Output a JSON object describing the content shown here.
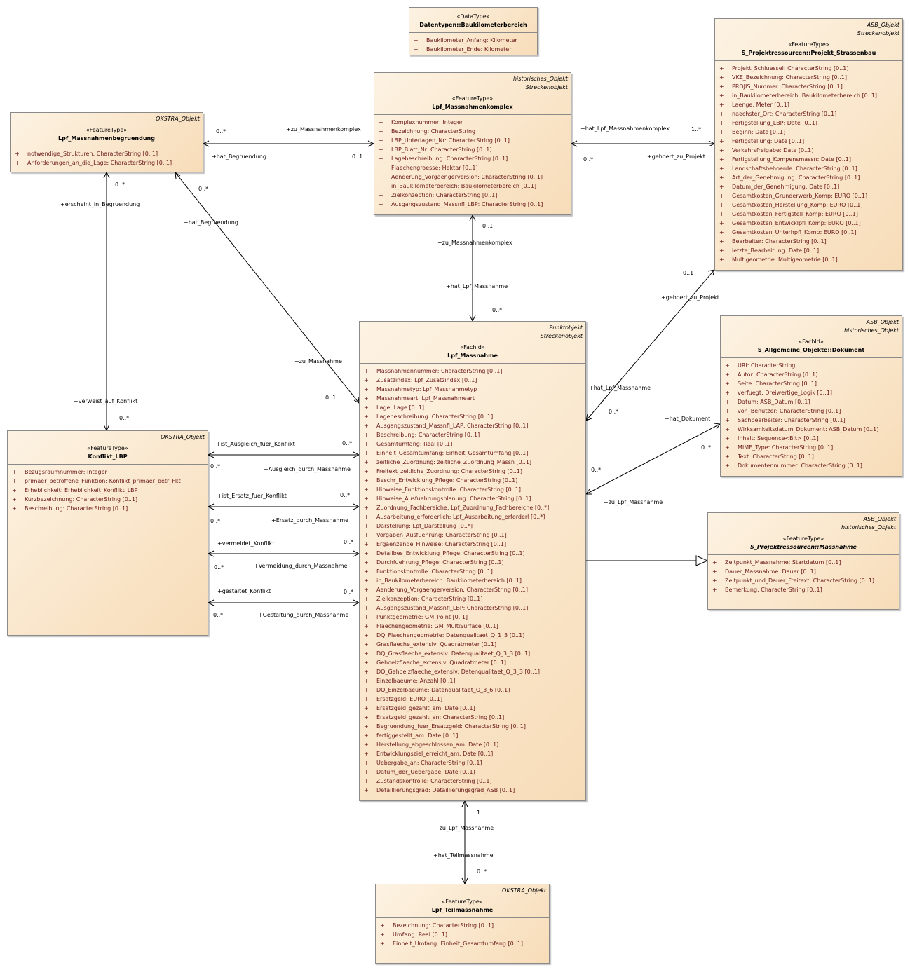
{
  "classes": {
    "baukm": {
      "tags": [],
      "stereotype": "«DataType»",
      "name": "Datentypen::Baukilometerbereich",
      "attrs": [
        "Baukilometer_Anfang: Kilometer",
        "Baukilometer_Ende: Kilometer"
      ]
    },
    "projekt": {
      "tags": [
        "ASB_Objekt",
        "Streckenobjekt"
      ],
      "stereotype": "«FeatureType»",
      "name": "S_Projektressourcen::Projekt_Strassenbau",
      "attrs": [
        "Projekt_Schluessel: CharacterString [0..1]",
        "VKE_Bezeichnung: CharacterString [0..1]",
        "PROJIS_Nummer: CharacterString [0..1]",
        "in_Baukilometerbereich: Baukilometerbereich [0..1]",
        "Laenge: Meter [0..1]",
        "naechster_Ort: CharacterString [0..1]",
        "Fertigstellung_LBP: Date [0..1]",
        "Beginn: Date [0..1]",
        "Fertigstellung: Date [0..1]",
        "Verkehrsfreigabe: Date [0..1]",
        "Fertigstellung_Kompensmassn: Date [0..1]",
        "Landschaftsbehoerde: CharacterString [0..1]",
        "Art_der_Genehmigung: CharacterString [0..1]",
        "Datum_der_Genehmigung: Date [0..1]",
        "Gesamtkosten_Grunderwerb_Komp: EURO [0..1]",
        "Gesamtkosten_Herstellung_Komp: EURO [0..1]",
        "Gesamtkosten_Fertigstell_Komp: EURO [0..1]",
        "Gesamtkosten_Entwicklpfl_Komp: EURO [0..1]",
        "Gesamtkosten_Unterhpfl_Komp: EURO [0..1]",
        "Bearbeiter: CharacterString [0..1]",
        "letzte_Bearbeitung: Date [0..1]",
        "Multigeometrie: Multigeometrie [0..1]"
      ]
    },
    "komplex": {
      "tags": [
        "historisches_Objekt",
        "Streckenobjekt"
      ],
      "stereotype": "«FeatureType»",
      "name": "Lpf_Massnahmenkomplex",
      "attrs": [
        "Komplexnummer: Integer",
        "Bezeichnung: CharacterString",
        "LBP_Unterlagen_Nr: CharacterString [0..1]",
        "LBP_Blatt_Nr: CharacterString [0..1]",
        "Lagebeschreibung: CharacterString [0..1]",
        "Flaechengroesse: Hektar [0..1]",
        "Aenderung_Vorgaengerversion: CharacterString [0..1]",
        "in_Baukilometerbereich: Baukilometerbereich [0..1]",
        "Zielkonzeption: CharacterString [0..1]",
        "Ausgangszustand_Massnfl_LBP: CharacterString [0..1]"
      ]
    },
    "begruendung": {
      "tags": [
        "OKSTRA_Objekt"
      ],
      "stereotype": "«FeatureType»",
      "name": "Lpf_Massnahmenbegruendung",
      "attrs": [
        "notwendige_Strukturen: CharacterString [0..1]",
        "Anforderungen_an_die_Lage: CharacterString [0..1]"
      ]
    },
    "dokument": {
      "tags": [
        "ASB_Objekt",
        "historisches_Objekt"
      ],
      "stereotype": "«FachId»",
      "name": "S_Allgemeine_Objekte::Dokument",
      "attrs": [
        "URI: CharacterString",
        "Autor: CharacterString [0..1]",
        "Seite: CharacterString [0..1]",
        "verfuegt: Dreiwertige_Logik [0..1]",
        "Datum: ASB_Datum [0..1]",
        "von_Benutzer: CharacterString [0..1]",
        "Sachbearbeiter: CharacterString [0..1]",
        "Wirksamkeitsdatum_Dokument: ASB_Datum [0..1]",
        "Inhalt: Sequence<Bit> [0..1]",
        "MIME_Type: CharacterString [0..1]",
        "Text: CharacterString [0..1]",
        "Dokumentennummer: CharacterString [0..1]"
      ]
    },
    "massnahme": {
      "tags": [
        "Punktobjekt",
        "Streckenobjekt"
      ],
      "stereotype": "«FachId»",
      "name": "Lpf_Massnahme",
      "attrs": [
        "Massnahmennummer: CharacterString [0..1]",
        "Zusatzindex: Lpf_Zusatzindex [0..1]",
        "Massnahmetyp: Lpf_Massnahmetyp",
        "Massnahmeart: Lpf_Massnahmeart",
        "Lage: Lage [0..1]",
        "Lagebeschreibung: CharacterString [0..1]",
        "Ausgangszustand_Massnfl_LAP: CharacterString [0..1]",
        "Beschreibung: CharacterString [0..1]",
        "Gesamtumfang: Real [0..1]",
        "Einheit_Gesamtumfang: Einheit_Gesamtumfang [0..1]",
        "zeitliche_Zuordnung: zeitliche_Zuordnung_Massn [0..1]",
        "Freitext_zeitliche_Zuordnung: CharacterString [0..1]",
        "Beschr_Entwicklung_Pflege: CharacterString [0..1]",
        "Hinweise_Funktionskontrolle: CharacterString [0..1]",
        "Hinweise_Ausfuehrungsplanung: CharacterString [0..1]",
        "Zuordnung_Fachbereiche: Lpf_Zuordnung_Fachbereiche [0..*]",
        "Ausarbeitung_erforderlich: Lpf_Ausarbeitung_erforderl [0..*]",
        "Darstellung: Lpf_Darstellung [0..*]",
        "Vorgaben_Ausfuehrung: CharacterString [0..1]",
        "Ergaenzende_Hinweise: CharacterString [0..1]",
        "Detailbes_Entwicklung_Pflege: CharacterString [0..1]",
        "Durchfuehrung_Pflege: CharacterString [0..1]",
        "Funktionskontrolle: CharacterString [0..1]",
        "in_Baukilometerbereich: Baukilometerbereich [0..1]",
        "Aenderung_Vorgaengerversion: CharacterString [0..1]",
        "Zielkonzeption: CharacterString [0..1]",
        "Ausgangszustand_Massnfl_LBP: CharacterString [0..1]",
        "Punktgeometrie: GM_Point [0..1]",
        "Flaechengeometrie: GM_MultiSurface [0..1]",
        "DQ_Flaechengeometrie: Datenqualitaet_Q_1_3 [0..1]",
        "Grasflaeche_extensiv: Quadratmeter [0..1]",
        "DQ_Grasflaeche_extensiv: Datenqualitaet_Q_3_3 [0..1]",
        "Gehoelzflaeche_extensiv: Quadratmeter [0..1]",
        "DQ_Gehoelzflaeche_extensiv: Datenqualitaet_Q_3_3 [0..1]",
        "Einzelbaeume: Anzahl [0..1]",
        "DQ_Einzelbaeume: Datenqualitaet_Q_3_6 [0..1]",
        "Ersatzgeld: EURO [0..1]",
        "Ersatzgeld_gezahlt_am: Date [0..1]",
        "Ersatzgeld_gezahlt_an: CharacterString [0..1]",
        "Begruendung_fuer_Ersatzgeld: CharacterString [0..1]",
        "fertiggestellt_am: Date [0..1]",
        "Herstellung_abgeschlossen_am: Date [0..1]",
        "Entwicklungsziel_erreicht_am: Date [0..1]",
        "Uebergabe_an: CharacterString [0..1]",
        "Datum_der_Uebergabe: Date [0..1]",
        "Zustandskontrolle: CharacterString [0..1]",
        "Detaillierungsgrad: Detaillierungsgrad_ASB [0..1]"
      ]
    },
    "konflikt": {
      "tags": [
        "OKSTRA_Objekt"
      ],
      "stereotype": "«FeatureType»",
      "name": "Konflikt_LBP",
      "attrs": [
        "Bezugsraumnummer: Integer",
        "primaer_betroffene_Funktion: Konflikt_primaer_betr_Fkt",
        "Erheblichkeit: Erheblichkeit_Konflikt_LBP",
        "Kurzbezeichnung: CharacterString [0..1]",
        "Beschreibung: CharacterString [0..1]"
      ]
    },
    "smassnahme": {
      "tags": [
        "ASB_Objekt",
        "historisches_Objekt"
      ],
      "stereotype": "«FeatureType»",
      "name": "S_Projektressourcen::Massnahme",
      "attrs": [
        "Zeitpunkt_Massnahme: Startdatum [0..1]",
        "Dauer_Massnahme: Dauer [0..1]",
        "Zeitpunkt_und_Dauer_Freitext: CharacterString [0..1]",
        "Bemerkung: CharacterString [0..1]"
      ]
    },
    "teil": {
      "tags": [
        "OKSTRA_Objekt"
      ],
      "stereotype": "«FeatureType»",
      "name": "Lpf_Teilmassnahme",
      "attrs": [
        "Bezeichnung: CharacterString [0..1]",
        "Umfang: Real [0..1]",
        "Einheit_Umfang: Einheit_Gesamtumfang [0..1]"
      ]
    }
  },
  "visibility": "+",
  "labels": {
    "l1": "0..*",
    "l2": "+zu_Massnahmenkomplex",
    "l3": "+hat_Begruendung",
    "l4": "0..1",
    "l5": "+hat_Lpf_Massnahmenkomplex",
    "l6": "1..*",
    "l7": "0..*",
    "l8": "+gehoert_zu_Projekt",
    "l9": "0..*",
    "l10": "+erscheint_in_Begruendung",
    "l11": "0..*",
    "l12": "+hat_Begruendung",
    "l13": "0..1",
    "l14": "+zu_Massnahmenkomplex",
    "l15": "+hat_Lpf_Massnahme",
    "l16": "0..*",
    "l17": "0..1",
    "l18": "+gehoert_zu_Projekt",
    "l19": "+zu_Massnahme",
    "l20": "0..1",
    "l21": "+hat_Lpf_Massnahme",
    "l22": "0..*",
    "l23": "+verweist_auf_Konflikt",
    "l24": "0..*",
    "l25": "+hat_Dokument",
    "l26": "0..*",
    "l27": "0..*",
    "l28": "+zu_Lpf_Massnahme",
    "l29": "+ist_Ausgleich_fuer_Konflikt",
    "l30": "0..*",
    "l31": "0..*",
    "l32": "+Ausgleich_durch_Massnahme",
    "l33": "+ist_Ersatz_fuer_Konflikt",
    "l34": "0..*",
    "l35": "0..*",
    "l36": "+Ersatz_durch_Massnahme",
    "l37": "+vermeidet_Konflikt",
    "l38": "0..*",
    "l39": "0..*",
    "l40": "+Vermeidung_durch_Massnahme",
    "l41": "+gestaltet_Konflikt",
    "l42": "0..*",
    "l43": "0..*",
    "l44": "+Gestaltung_durch_Massnahme",
    "l45": "1",
    "l46": "+zu_Lpf_Massnahme",
    "l47": "+hat_Teilmassnahme",
    "l48": "0..*"
  }
}
